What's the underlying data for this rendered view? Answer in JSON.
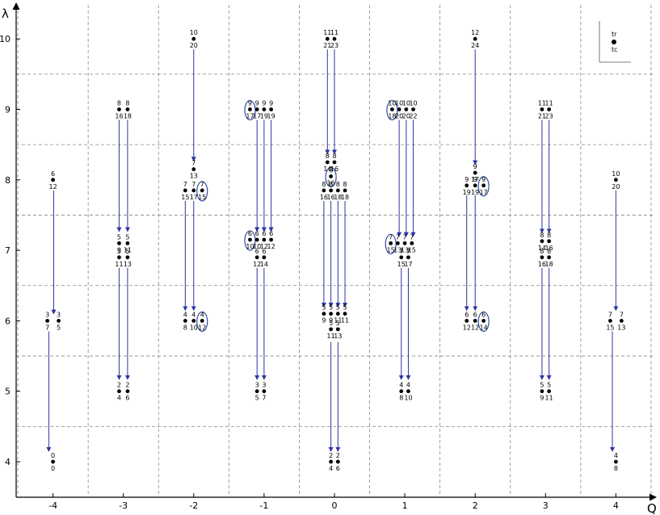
{
  "axes": {
    "x_label": "Q",
    "y_label": "λ",
    "x_ticks": [
      "-4",
      "-3",
      "-2",
      "-1",
      "0",
      "1",
      "2",
      "3",
      "4"
    ],
    "y_ticks": [
      "4",
      "5",
      "6",
      "7",
      "8",
      "9",
      "10"
    ]
  },
  "legend": {
    "top_label": "t_r",
    "bottom_label": "t_c",
    "top_text": "tr",
    "bottom_text": "tc"
  },
  "colors": {
    "arrow": "#2b36a0",
    "ellipse": "#1f3fa0",
    "grid": "#888888",
    "dot": "#000000"
  },
  "chart_data": {
    "type": "diagram",
    "x_range": [
      -4,
      4
    ],
    "y_range": [
      4,
      10
    ],
    "gridlines_dashed": true,
    "dots": [
      {
        "q": -4,
        "lam": 8,
        "dq": 0,
        "dl": 0,
        "t": "6",
        "b": "12"
      },
      {
        "q": -4,
        "lam": 6,
        "dq": -0.08,
        "dl": 0,
        "t": "3",
        "b": "7"
      },
      {
        "q": -4,
        "lam": 6,
        "dq": 0.08,
        "dl": 0,
        "t": "3",
        "b": "5"
      },
      {
        "q": -4,
        "lam": 4,
        "dq": 0,
        "dl": 0,
        "t": "0",
        "b": "0"
      },
      {
        "q": -3,
        "lam": 9,
        "dq": -0.06,
        "dl": 0,
        "t": "8",
        "b": "16"
      },
      {
        "q": -3,
        "lam": 9,
        "dq": 0.06,
        "dl": 0,
        "t": "8",
        "b": "18"
      },
      {
        "q": -3,
        "lam": 7,
        "dq": -0.06,
        "dl": 0.1,
        "t": "5",
        "b": "9"
      },
      {
        "q": -3,
        "lam": 7,
        "dq": 0.06,
        "dl": 0.1,
        "t": "5",
        "b": "11"
      },
      {
        "q": -3,
        "lam": 7,
        "dq": -0.06,
        "dl": -0.1,
        "t": "5",
        "b": "11"
      },
      {
        "q": -3,
        "lam": 7,
        "dq": 0.06,
        "dl": -0.1,
        "t": "5",
        "b": "13"
      },
      {
        "q": -3,
        "lam": 5,
        "dq": -0.06,
        "dl": 0,
        "t": "2",
        "b": "4"
      },
      {
        "q": -3,
        "lam": 5,
        "dq": 0.06,
        "dl": 0,
        "t": "2",
        "b": "6"
      },
      {
        "q": -2,
        "lam": 10,
        "dq": 0,
        "dl": 0,
        "t": "10",
        "b": "20"
      },
      {
        "q": -2,
        "lam": 8,
        "dq": 0,
        "dl": 0.15,
        "t": "7",
        "b": "13"
      },
      {
        "q": -2,
        "lam": 8,
        "dq": -0.12,
        "dl": -0.15,
        "t": "7",
        "b": "15"
      },
      {
        "q": -2,
        "lam": 8,
        "dq": 0,
        "dl": -0.15,
        "t": "7",
        "b": "17"
      },
      {
        "q": -2,
        "lam": 8,
        "dq": 0.12,
        "dl": -0.15,
        "t": "7",
        "b": "15",
        "circled": true
      },
      {
        "q": -2,
        "lam": 6,
        "dq": -0.12,
        "dl": 0,
        "t": "4",
        "b": "8"
      },
      {
        "q": -2,
        "lam": 6,
        "dq": 0,
        "dl": 0,
        "t": "4",
        "b": "10"
      },
      {
        "q": -2,
        "lam": 6,
        "dq": 0.12,
        "dl": 0,
        "t": "4",
        "b": "12",
        "circled": true
      },
      {
        "q": -1,
        "lam": 9,
        "dq": -0.2,
        "dl": 0,
        "t": "9",
        "b": "17",
        "circled": true
      },
      {
        "q": -1,
        "lam": 9,
        "dq": -0.1,
        "dl": 0,
        "t": "9",
        "b": "17"
      },
      {
        "q": -1,
        "lam": 9,
        "dq": 0,
        "dl": 0,
        "t": "9",
        "b": "19"
      },
      {
        "q": -1,
        "lam": 9,
        "dq": 0.1,
        "dl": 0,
        "t": "9",
        "b": "19"
      },
      {
        "q": -1,
        "lam": 7,
        "dq": -0.2,
        "dl": 0.15,
        "t": "6",
        "b": "10",
        "circled": true
      },
      {
        "q": -1,
        "lam": 7,
        "dq": -0.1,
        "dl": 0.15,
        "t": "6",
        "b": "10"
      },
      {
        "q": -1,
        "lam": 7,
        "dq": 0,
        "dl": 0.15,
        "t": "6",
        "b": "12"
      },
      {
        "q": -1,
        "lam": 7,
        "dq": 0.1,
        "dl": 0.15,
        "t": "6",
        "b": "12"
      },
      {
        "q": -1,
        "lam": 7,
        "dq": -0.1,
        "dl": -0.1,
        "t": "6",
        "b": "12"
      },
      {
        "q": -1,
        "lam": 7,
        "dq": 0,
        "dl": -0.1,
        "t": "6",
        "b": "14"
      },
      {
        "q": -1,
        "lam": 5,
        "dq": -0.1,
        "dl": 0,
        "t": "3",
        "b": "5"
      },
      {
        "q": -1,
        "lam": 5,
        "dq": 0,
        "dl": 0,
        "t": "3",
        "b": "7"
      },
      {
        "q": 0,
        "lam": 10,
        "dq": -0.1,
        "dl": 0,
        "t": "11",
        "b": "21"
      },
      {
        "q": 0,
        "lam": 10,
        "dq": 0,
        "dl": 0,
        "t": "11",
        "b": "23"
      },
      {
        "q": 0,
        "lam": 8,
        "dq": -0.1,
        "dl": 0.25,
        "t": "8",
        "b": "14"
      },
      {
        "q": 0,
        "lam": 8,
        "dq": 0,
        "dl": 0.25,
        "t": "8",
        "b": "16"
      },
      {
        "q": 0,
        "lam": 8,
        "dq": -0.05,
        "dl": 0.05,
        "t": "8",
        "b": "16",
        "circled": true
      },
      {
        "q": 0,
        "lam": 8,
        "dq": -0.15,
        "dl": -0.15,
        "t": "8",
        "b": "16"
      },
      {
        "q": 0,
        "lam": 8,
        "dq": -0.05,
        "dl": -0.15,
        "t": "8",
        "b": "16"
      },
      {
        "q": 0,
        "lam": 8,
        "dq": 0.05,
        "dl": -0.15,
        "t": "8",
        "b": "18"
      },
      {
        "q": 0,
        "lam": 8,
        "dq": 0.15,
        "dl": -0.15,
        "t": "8",
        "b": "18"
      },
      {
        "q": 0,
        "lam": 6,
        "dq": -0.15,
        "dl": 0.1,
        "t": "5",
        "b": "9"
      },
      {
        "q": 0,
        "lam": 6,
        "dq": -0.05,
        "dl": 0.1,
        "t": "5",
        "b": "9"
      },
      {
        "q": 0,
        "lam": 6,
        "dq": 0.05,
        "dl": 0.1,
        "t": "5",
        "b": "11"
      },
      {
        "q": 0,
        "lam": 6,
        "dq": 0.15,
        "dl": 0.1,
        "t": "5",
        "b": "11"
      },
      {
        "q": 0,
        "lam": 6,
        "dq": -0.05,
        "dl": -0.12,
        "t": "5",
        "b": "11"
      },
      {
        "q": 0,
        "lam": 6,
        "dq": 0.05,
        "dl": -0.12,
        "t": "5",
        "b": "13"
      },
      {
        "q": 0,
        "lam": 4,
        "dq": -0.05,
        "dl": 0,
        "t": "2",
        "b": "4"
      },
      {
        "q": 0,
        "lam": 4,
        "dq": 0.05,
        "dl": 0,
        "t": "2",
        "b": "6"
      },
      {
        "q": 1,
        "lam": 9,
        "dq": -0.18,
        "dl": 0,
        "t": "10",
        "b": "18",
        "circled": true
      },
      {
        "q": 1,
        "lam": 9,
        "dq": -0.08,
        "dl": 0,
        "t": "10",
        "b": "20"
      },
      {
        "q": 1,
        "lam": 9,
        "dq": 0.02,
        "dl": 0,
        "t": "10",
        "b": "20"
      },
      {
        "q": 1,
        "lam": 9,
        "dq": 0.12,
        "dl": 0,
        "t": "10",
        "b": "22"
      },
      {
        "q": 1,
        "lam": 7,
        "dq": -0.2,
        "dl": 0.1,
        "t": "7",
        "b": "15",
        "circled": true
      },
      {
        "q": 1,
        "lam": 7,
        "dq": -0.1,
        "dl": 0.1,
        "t": "7",
        "b": "13"
      },
      {
        "q": 1,
        "lam": 7,
        "dq": 0,
        "dl": 0.1,
        "t": "7",
        "b": "13"
      },
      {
        "q": 1,
        "lam": 7,
        "dq": 0.1,
        "dl": 0.1,
        "t": "7",
        "b": "15"
      },
      {
        "q": 1,
        "lam": 7,
        "dq": -0.05,
        "dl": -0.1,
        "t": "7",
        "b": "15"
      },
      {
        "q": 1,
        "lam": 7,
        "dq": 0.05,
        "dl": -0.1,
        "t": "7",
        "b": "17"
      },
      {
        "q": 1,
        "lam": 5,
        "dq": -0.05,
        "dl": 0,
        "t": "4",
        "b": "8"
      },
      {
        "q": 1,
        "lam": 5,
        "dq": 0.05,
        "dl": 0,
        "t": "4",
        "b": "10"
      },
      {
        "q": 2,
        "lam": 10,
        "dq": 0,
        "dl": 0,
        "t": "12",
        "b": "24"
      },
      {
        "q": 2,
        "lam": 8,
        "dq": 0,
        "dl": 0.1,
        "t": "9",
        "b": "17"
      },
      {
        "q": 2,
        "lam": 8,
        "dq": -0.12,
        "dl": -0.08,
        "t": "9",
        "b": "19"
      },
      {
        "q": 2,
        "lam": 8,
        "dq": 0,
        "dl": -0.08,
        "t": "9",
        "b": "19"
      },
      {
        "q": 2,
        "lam": 8,
        "dq": 0.12,
        "dl": -0.08,
        "t": "9",
        "b": "17",
        "circled": true
      },
      {
        "q": 2,
        "lam": 6,
        "dq": -0.12,
        "dl": 0,
        "t": "6",
        "b": "12"
      },
      {
        "q": 2,
        "lam": 6,
        "dq": 0,
        "dl": 0,
        "t": "6",
        "b": "12"
      },
      {
        "q": 2,
        "lam": 6,
        "dq": 0.12,
        "dl": 0,
        "t": "6",
        "b": "14",
        "circled": true
      },
      {
        "q": 3,
        "lam": 9,
        "dq": -0.05,
        "dl": 0,
        "t": "11",
        "b": "21"
      },
      {
        "q": 3,
        "lam": 9,
        "dq": 0.05,
        "dl": 0,
        "t": "11",
        "b": "23"
      },
      {
        "q": 3,
        "lam": 7,
        "dq": -0.05,
        "dl": 0.13,
        "t": "8",
        "b": "14"
      },
      {
        "q": 3,
        "lam": 7,
        "dq": 0.05,
        "dl": 0.13,
        "t": "8",
        "b": "16"
      },
      {
        "q": 3,
        "lam": 7,
        "dq": -0.05,
        "dl": -0.1,
        "t": "8",
        "b": "16"
      },
      {
        "q": 3,
        "lam": 7,
        "dq": 0.05,
        "dl": -0.1,
        "t": "8",
        "b": "18"
      },
      {
        "q": 3,
        "lam": 5,
        "dq": -0.05,
        "dl": 0,
        "t": "5",
        "b": "9"
      },
      {
        "q": 3,
        "lam": 5,
        "dq": 0.05,
        "dl": 0,
        "t": "5",
        "b": "11"
      },
      {
        "q": 4,
        "lam": 8,
        "dq": 0,
        "dl": 0,
        "t": "10",
        "b": "20"
      },
      {
        "q": 4,
        "lam": 6,
        "dq": -0.08,
        "dl": 0,
        "t": "7",
        "b": "15"
      },
      {
        "q": 4,
        "lam": 6,
        "dq": 0.08,
        "dl": 0,
        "t": "7",
        "b": "13"
      },
      {
        "q": 4,
        "lam": 4,
        "dq": 0,
        "dl": 0,
        "t": "4",
        "b": "8"
      }
    ],
    "arrows": [
      {
        "q": -4,
        "dq": 0.01,
        "from": 7.85,
        "to": 6.1
      },
      {
        "q": -4,
        "dq": -0.06,
        "from": 5.85,
        "to": 4.15
      },
      {
        "q": -3,
        "dq": -0.06,
        "from": 8.85,
        "to": 7.27
      },
      {
        "q": -3,
        "dq": 0.06,
        "from": 8.85,
        "to": 7.27
      },
      {
        "q": -3,
        "dq": -0.06,
        "from": 6.75,
        "to": 5.17
      },
      {
        "q": -3,
        "dq": 0.06,
        "from": 6.75,
        "to": 5.17
      },
      {
        "q": -2,
        "dq": 0,
        "from": 9.85,
        "to": 8.27
      },
      {
        "q": -2,
        "dq": -0.12,
        "from": 7.7,
        "to": 6.15
      },
      {
        "q": -2,
        "dq": 0,
        "from": 7.7,
        "to": 6.15
      },
      {
        "q": -1,
        "dq": -0.1,
        "from": 8.85,
        "to": 7.27
      },
      {
        "q": -1,
        "dq": 0,
        "from": 8.85,
        "to": 7.27
      },
      {
        "q": -1,
        "dq": 0.1,
        "from": 8.85,
        "to": 7.27
      },
      {
        "q": -1,
        "dq": -0.1,
        "from": 6.75,
        "to": 5.17
      },
      {
        "q": -1,
        "dq": 0,
        "from": 6.75,
        "to": 5.17
      },
      {
        "q": 0,
        "dq": -0.1,
        "from": 9.85,
        "to": 8.37
      },
      {
        "q": 0,
        "dq": 0,
        "from": 9.85,
        "to": 8.37
      },
      {
        "q": 0,
        "dq": -0.15,
        "from": 7.7,
        "to": 6.2
      },
      {
        "q": 0,
        "dq": -0.05,
        "from": 7.7,
        "to": 6.2
      },
      {
        "q": 0,
        "dq": 0.05,
        "from": 7.7,
        "to": 6.2
      },
      {
        "q": 0,
        "dq": 0.15,
        "from": 7.7,
        "to": 6.2
      },
      {
        "q": 0,
        "dq": -0.05,
        "from": 5.7,
        "to": 4.15
      },
      {
        "q": 0,
        "dq": 0.05,
        "from": 5.7,
        "to": 4.15
      },
      {
        "q": 1,
        "dq": -0.08,
        "from": 8.85,
        "to": 7.2
      },
      {
        "q": 1,
        "dq": 0.02,
        "from": 8.85,
        "to": 7.2
      },
      {
        "q": 1,
        "dq": 0.12,
        "from": 8.85,
        "to": 7.2
      },
      {
        "q": 1,
        "dq": -0.05,
        "from": 6.75,
        "to": 5.17
      },
      {
        "q": 1,
        "dq": 0.05,
        "from": 6.75,
        "to": 5.17
      },
      {
        "q": 2,
        "dq": 0,
        "from": 9.85,
        "to": 8.22
      },
      {
        "q": 2,
        "dq": -0.12,
        "from": 7.78,
        "to": 6.15
      },
      {
        "q": 2,
        "dq": 0,
        "from": 7.78,
        "to": 6.15
      },
      {
        "q": 3,
        "dq": -0.05,
        "from": 8.85,
        "to": 7.25
      },
      {
        "q": 3,
        "dq": 0.05,
        "from": 8.85,
        "to": 7.25
      },
      {
        "q": 3,
        "dq": -0.05,
        "from": 6.75,
        "to": 5.17
      },
      {
        "q": 3,
        "dq": 0.05,
        "from": 6.75,
        "to": 5.17
      },
      {
        "q": 4,
        "dq": 0,
        "from": 7.85,
        "to": 6.15
      },
      {
        "q": 4,
        "dq": -0.05,
        "from": 5.85,
        "to": 4.15
      }
    ]
  }
}
